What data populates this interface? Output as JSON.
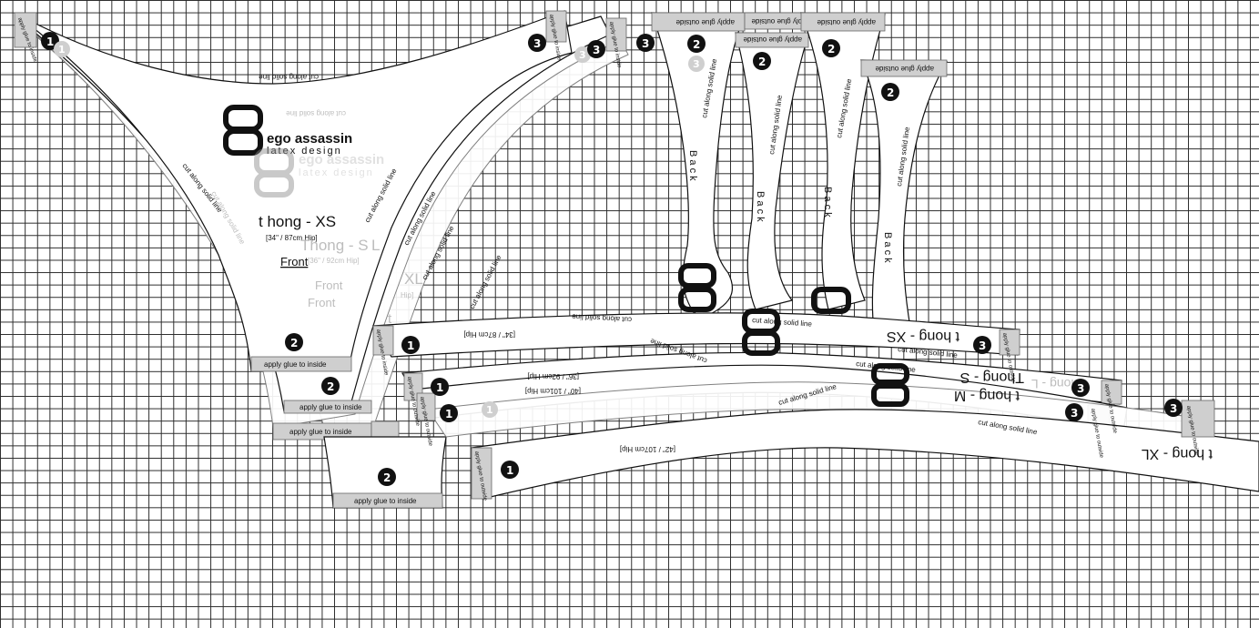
{
  "brand": {
    "name": "ego assassin",
    "tagline": "latex design"
  },
  "labels": {
    "cut": "cut along solid line",
    "glue_inside": "apply glue to inside",
    "glue_outside": "apply glue outside",
    "glue_outside_tab": "apply glue to outside",
    "glue_inside_tab": "apply glue to inside",
    "front": "Front",
    "back": "B a c k"
  },
  "sizes": [
    {
      "name": "t hong - XS",
      "hip": "[34\" / 87cm Hip]"
    },
    {
      "name": "Thong - S",
      "hip": "[36\" / 92cm Hip]"
    },
    {
      "name": "t hong - M",
      "hip": "[40\" / 101cm Hip]"
    },
    {
      "name": "t hong - XL",
      "hip": "[42\" / 107cm Hip]"
    }
  ],
  "partial": {
    "l": "L",
    "xl": "XL",
    "hip": "Hip]",
    "t": "t",
    "s_short": "S",
    "l_short": "t hong - L"
  },
  "numbers": {
    "one": "1",
    "two": "2",
    "three": "3"
  }
}
